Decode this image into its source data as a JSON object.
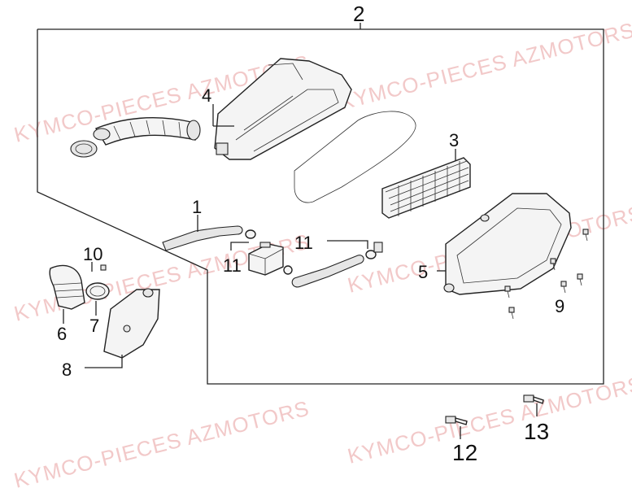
{
  "watermark": "KYMCO-PIECES AZMOTORS",
  "callouts": {
    "c1": "1",
    "c2": "2",
    "c3": "3",
    "c4": "4",
    "c5": "5",
    "c6": "6",
    "c7": "7",
    "c8": "8",
    "c9": "9",
    "c10": "10",
    "c11a": "11",
    "c11b": "11",
    "c12": "12",
    "c13": "13"
  }
}
